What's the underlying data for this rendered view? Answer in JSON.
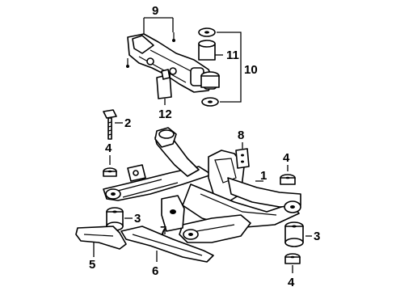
{
  "diagram": {
    "callouts": {
      "c1": "1",
      "c2": "2",
      "c3a": "3",
      "c3b": "3",
      "c4a": "4",
      "c4b": "4",
      "c4c": "4",
      "c5": "5",
      "c6": "6",
      "c7": "7",
      "c8": "8",
      "c9": "9",
      "c10": "10",
      "c11": "11",
      "c12": "12"
    }
  }
}
